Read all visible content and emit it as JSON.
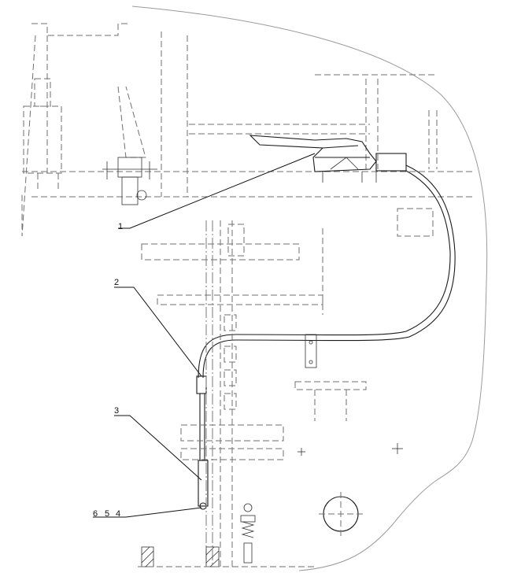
{
  "labels": {
    "l1": "1",
    "l2": "2",
    "l3": "3",
    "l6": "6",
    "l5": "5",
    "l4": "4"
  }
}
